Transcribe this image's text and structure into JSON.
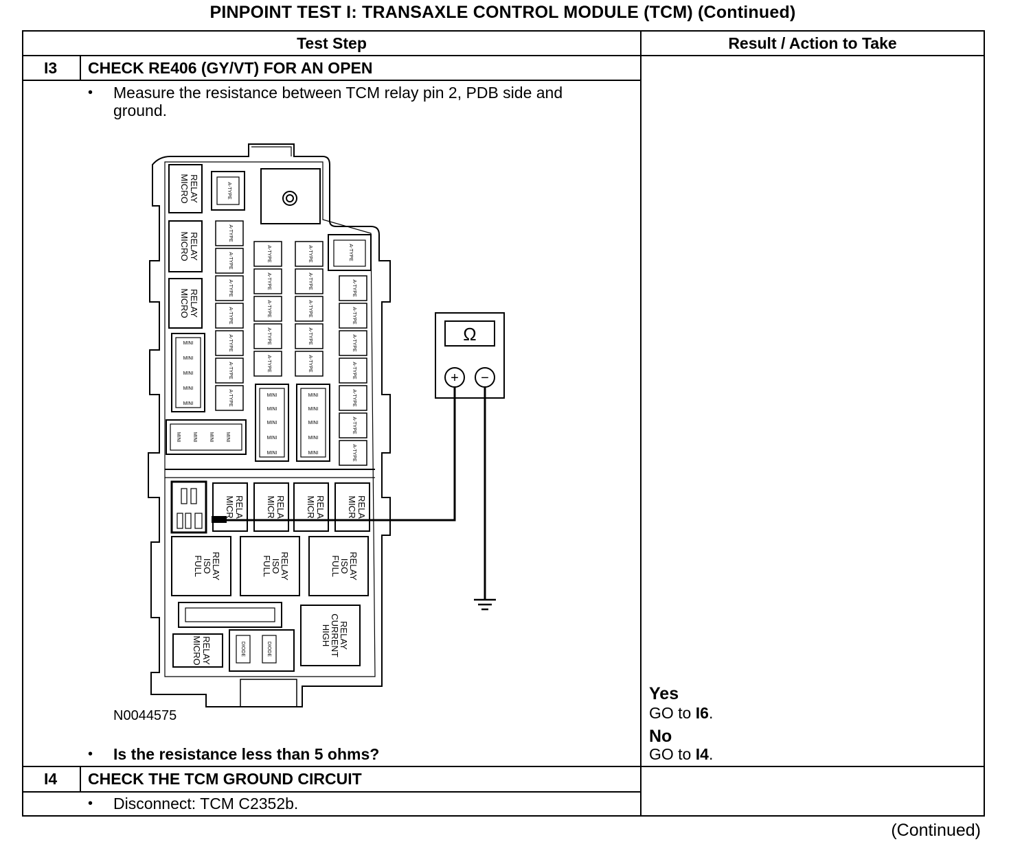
{
  "page": {
    "title": "PINPOINT TEST I: TRANSAXLE CONTROL MODULE (TCM) (Continued)",
    "continued": "(Continued)"
  },
  "table": {
    "col_test_step": "Test Step",
    "col_result": "Result / Action to Take"
  },
  "steps": [
    {
      "id": "I3",
      "heading": "CHECK RE406 (GY/VT) FOR AN OPEN",
      "instruction_line1": "Measure the resistance between TCM relay pin 2, PDB side and",
      "instruction_line2": "ground.",
      "figure_id": "N0044575",
      "question": "Is the resistance less than 5 ohms?",
      "yes_label": "Yes",
      "yes_action_prefix": "GO to ",
      "yes_action_target": "I6",
      "yes_action_suffix": ".",
      "no_label": "No",
      "no_action_prefix": "GO to ",
      "no_action_target": "I4",
      "no_action_suffix": "."
    },
    {
      "id": "I4",
      "heading": "CHECK THE TCM GROUND CIRCUIT",
      "instruction_line1": "Disconnect: TCM C2352b."
    }
  ],
  "diagram": {
    "meter_symbol": "Ω",
    "plus": "+",
    "minus": "−",
    "micro_relay": [
      "MICRO",
      "RELAY"
    ],
    "micro_relay_short": [
      "MICR",
      "RELA"
    ],
    "full_iso_relay": [
      "FULL",
      "ISO",
      "RELAY"
    ],
    "high_current_relay": [
      "HIGH",
      "CURRENT",
      "RELAY"
    ],
    "a_type": "A-TYPE",
    "mini": "MINI",
    "diode": "DIODE"
  }
}
